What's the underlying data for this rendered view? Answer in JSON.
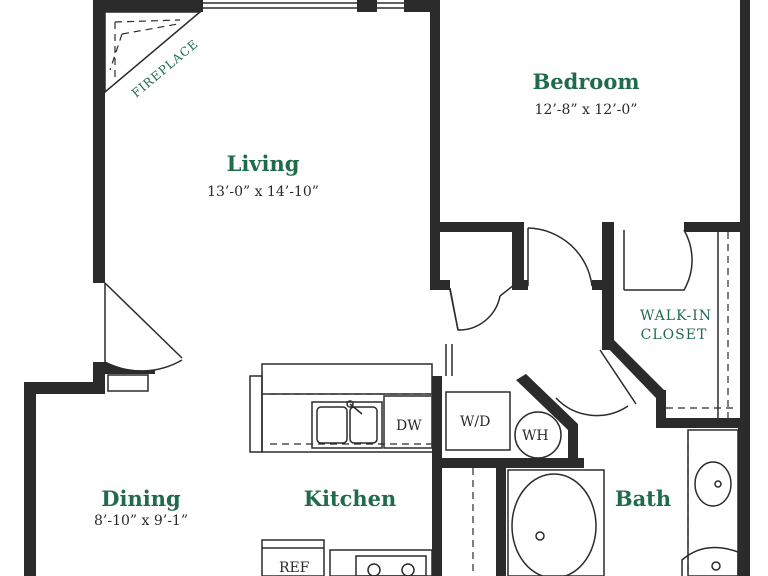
{
  "rooms": {
    "bedroom": {
      "name": "Bedroom",
      "dimensions": "12’-8” x 12’-0”"
    },
    "living": {
      "name": "Living",
      "dimensions": "13’-0” x 14’-10”"
    },
    "dining": {
      "name": "Dining",
      "dimensions": "8’-10” x 9’-1”"
    },
    "kitchen": {
      "name": "Kitchen"
    },
    "bath": {
      "name": "Bath"
    }
  },
  "labels": {
    "fireplace": "FIREPLACE",
    "walkin_line1": "WALK-IN",
    "walkin_line2": "CLOSET",
    "dishwasher": "DW",
    "washer_dryer": "W/D",
    "water_heater": "WH",
    "refrigerator": "REF"
  },
  "colors": {
    "label_green": "#1f6b4a",
    "wall": "#2b2b2b"
  }
}
